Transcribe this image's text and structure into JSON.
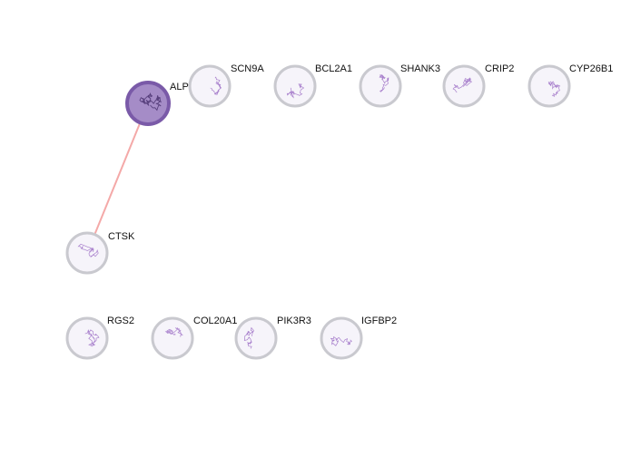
{
  "network": {
    "nodes": [
      {
        "id": "ALP",
        "label": "ALP",
        "highlighted": true
      },
      {
        "id": "SCN9A",
        "label": "SCN9A"
      },
      {
        "id": "BCL2A1",
        "label": "BCL2A1"
      },
      {
        "id": "SHANK3",
        "label": "SHANK3"
      },
      {
        "id": "CRIP2",
        "label": "CRIP2"
      },
      {
        "id": "CYP26B1",
        "label": "CYP26B1"
      },
      {
        "id": "CTSK",
        "label": "CTSK"
      },
      {
        "id": "RGS2",
        "label": "RGS2"
      },
      {
        "id": "COL20A1",
        "label": "COL20A1"
      },
      {
        "id": "PIK3R3",
        "label": "PIK3R3"
      },
      {
        "id": "IGFBP2",
        "label": "IGFBP2"
      }
    ],
    "edges": [
      {
        "source": "ALP",
        "target": "CTSK",
        "color": "#f4a9a8"
      }
    ],
    "colors": {
      "node_fill": "#f6f4fa",
      "node_ring": "#c9c9cf",
      "highlight_fill": "#a58cc7",
      "highlight_ring": "#7a5aa8",
      "structure": "#9b6cc4"
    }
  }
}
